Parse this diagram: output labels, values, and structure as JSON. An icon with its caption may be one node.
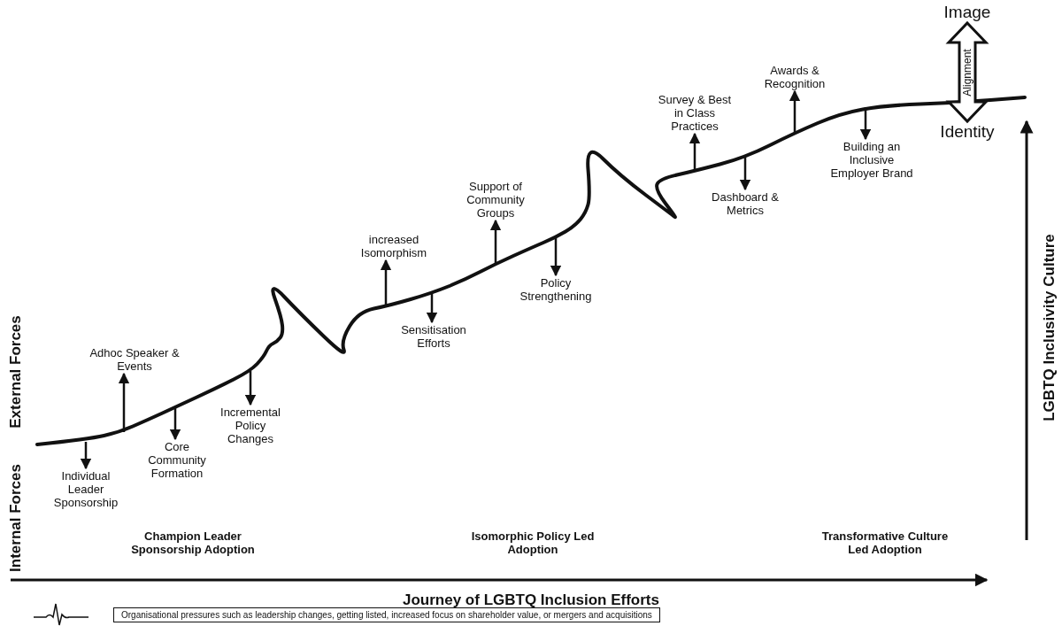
{
  "diagram": {
    "nodes": [
      {
        "text": [
          "Individual Leader Sponsorship"
        ]
      },
      {
        "text": [
          "Adhoc Speaker & Events"
        ]
      },
      {
        "text": [
          "Core Community Formation"
        ]
      },
      {
        "text": [
          "Incremental Policy Changes"
        ]
      },
      {
        "text": [
          "increased Isomorphism"
        ]
      },
      {
        "text": [
          "Sensitisation Efforts"
        ]
      },
      {
        "text": [
          "Support of Community Groups"
        ]
      },
      {
        "text": [
          "Policy Strengthening"
        ]
      },
      {
        "text": [
          "Survey & Best in Class Practices"
        ]
      },
      {
        "text": [
          "Dashboard & Metrics"
        ]
      },
      {
        "text": [
          "Awards & Recognition"
        ]
      },
      {
        "text": [
          "Building an Inclusive Employer Brand"
        ]
      },
      {
        "text": [
          "Image"
        ]
      },
      {
        "text": [
          "Identity"
        ]
      }
    ],
    "edges": [
      {
        "from": null,
        "to": 0,
        "arrow": "to"
      },
      {
        "from": null,
        "to": 1,
        "arrow": "to"
      },
      {
        "from": null,
        "to": 2,
        "arrow": "to"
      },
      {
        "from": null,
        "to": 3,
        "arrow": "to"
      },
      {
        "from": null,
        "to": 4,
        "arrow": "to"
      },
      {
        "from": null,
        "to": 5,
        "arrow": "to"
      },
      {
        "from": null,
        "to": 6,
        "arrow": "to"
      },
      {
        "from": null,
        "to": 7,
        "arrow": "to"
      },
      {
        "from": null,
        "to": 8,
        "arrow": "to"
      },
      {
        "from": null,
        "to": 9,
        "arrow": "to"
      },
      {
        "from": null,
        "to": 10,
        "arrow": "to"
      },
      {
        "from": null,
        "to": 11,
        "arrow": "to"
      },
      {
        "from": 12,
        "to": 13,
        "arrow": "both",
        "label": "Alignment"
      }
    ],
    "labels": [
      "External Forces",
      "Internal Forces",
      "Champion Leader Sponsorship Adoption",
      "Isomorphic Policy Led Adoption",
      "Transformative Culture Led Adoption",
      "LGBTQ Inclusivity Culture",
      "Journey of LGBTQ Inclusion Efforts"
    ],
    "legend": [
      {
        "text": "Organisational pressures such as leadership changes, getting listed, increased focus on shareholder value, or mergers and acquisitions"
      }
    ]
  }
}
